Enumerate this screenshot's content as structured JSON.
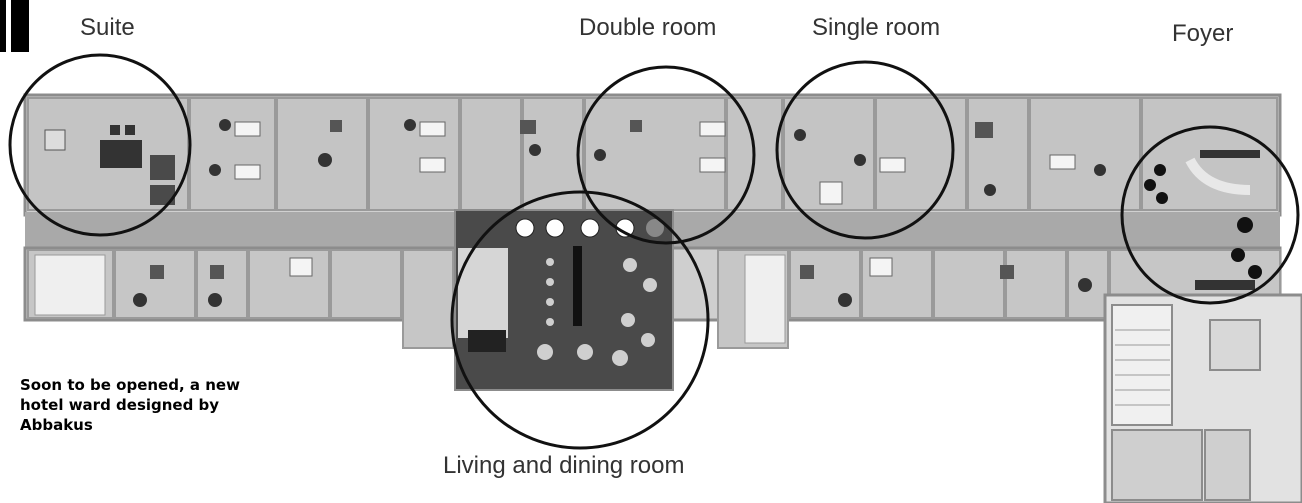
{
  "labels": {
    "suite": "Suite",
    "double_room": "Double room",
    "single_room": "Single room",
    "foyer": "Foyer",
    "living_dining": "Living and dining room"
  },
  "caption": "Soon to be opened, a new hotel ward designed by Abbakus",
  "colors": {
    "wall": "#9a9a9a",
    "room_fill": "#c9c9c9",
    "corridor": "#a8a8a8",
    "dark_furniture": "#3a3a3a",
    "circle": "#111111"
  }
}
